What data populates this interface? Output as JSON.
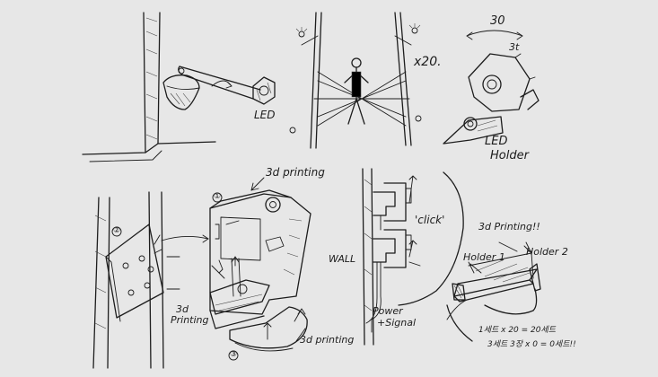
{
  "labels": {
    "led_top_left": "LED",
    "x20": "x20.",
    "dim_30": "30",
    "dim_3t": "3t",
    "led_holder_line1": "LED",
    "led_holder_line2": "Holder",
    "printing_top": "3d printing",
    "printing_left_line1": "3d",
    "printing_left_line2": "Printing",
    "printing_bottom": "3d printing",
    "wall": "WALL",
    "click": "'click'",
    "power_line1": "Power",
    "power_line2": "+Signal",
    "printing_right": "3d Printing!!",
    "holder1": "Holder 1",
    "holder2": "Holder 2",
    "note_line1": "1세트 x 20 = 20세트",
    "note_line2": "3세트 3장 x 0 = 0세트!!",
    "circle_marks": [
      "①",
      "②",
      "③"
    ]
  }
}
